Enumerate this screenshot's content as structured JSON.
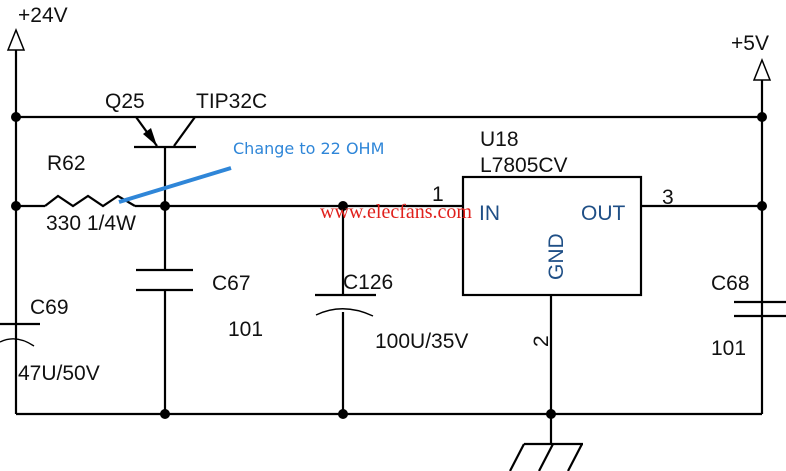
{
  "nets": {
    "vin": "+24V",
    "vout": "+5V"
  },
  "transistor": {
    "ref": "Q25",
    "part": "TIP32C"
  },
  "resistor": {
    "ref": "R62",
    "value": "330 1/4W"
  },
  "annotation": {
    "text": "Change to 22 OHM",
    "color": "#2f86d8"
  },
  "capacitors": [
    {
      "ref": "C69",
      "value": "47U/50V"
    },
    {
      "ref": "C67",
      "value": "101"
    },
    {
      "ref": "C126",
      "value": "100U/35V"
    },
    {
      "ref": "C68",
      "value": "101"
    }
  ],
  "regulator": {
    "ref": "U18",
    "part": "L7805CV",
    "pin_in": "IN",
    "pin_out": "OUT",
    "pin_gnd": "GND",
    "pin1": "1",
    "pin2": "2",
    "pin3": "3"
  },
  "watermark": "www.elecfans.com"
}
